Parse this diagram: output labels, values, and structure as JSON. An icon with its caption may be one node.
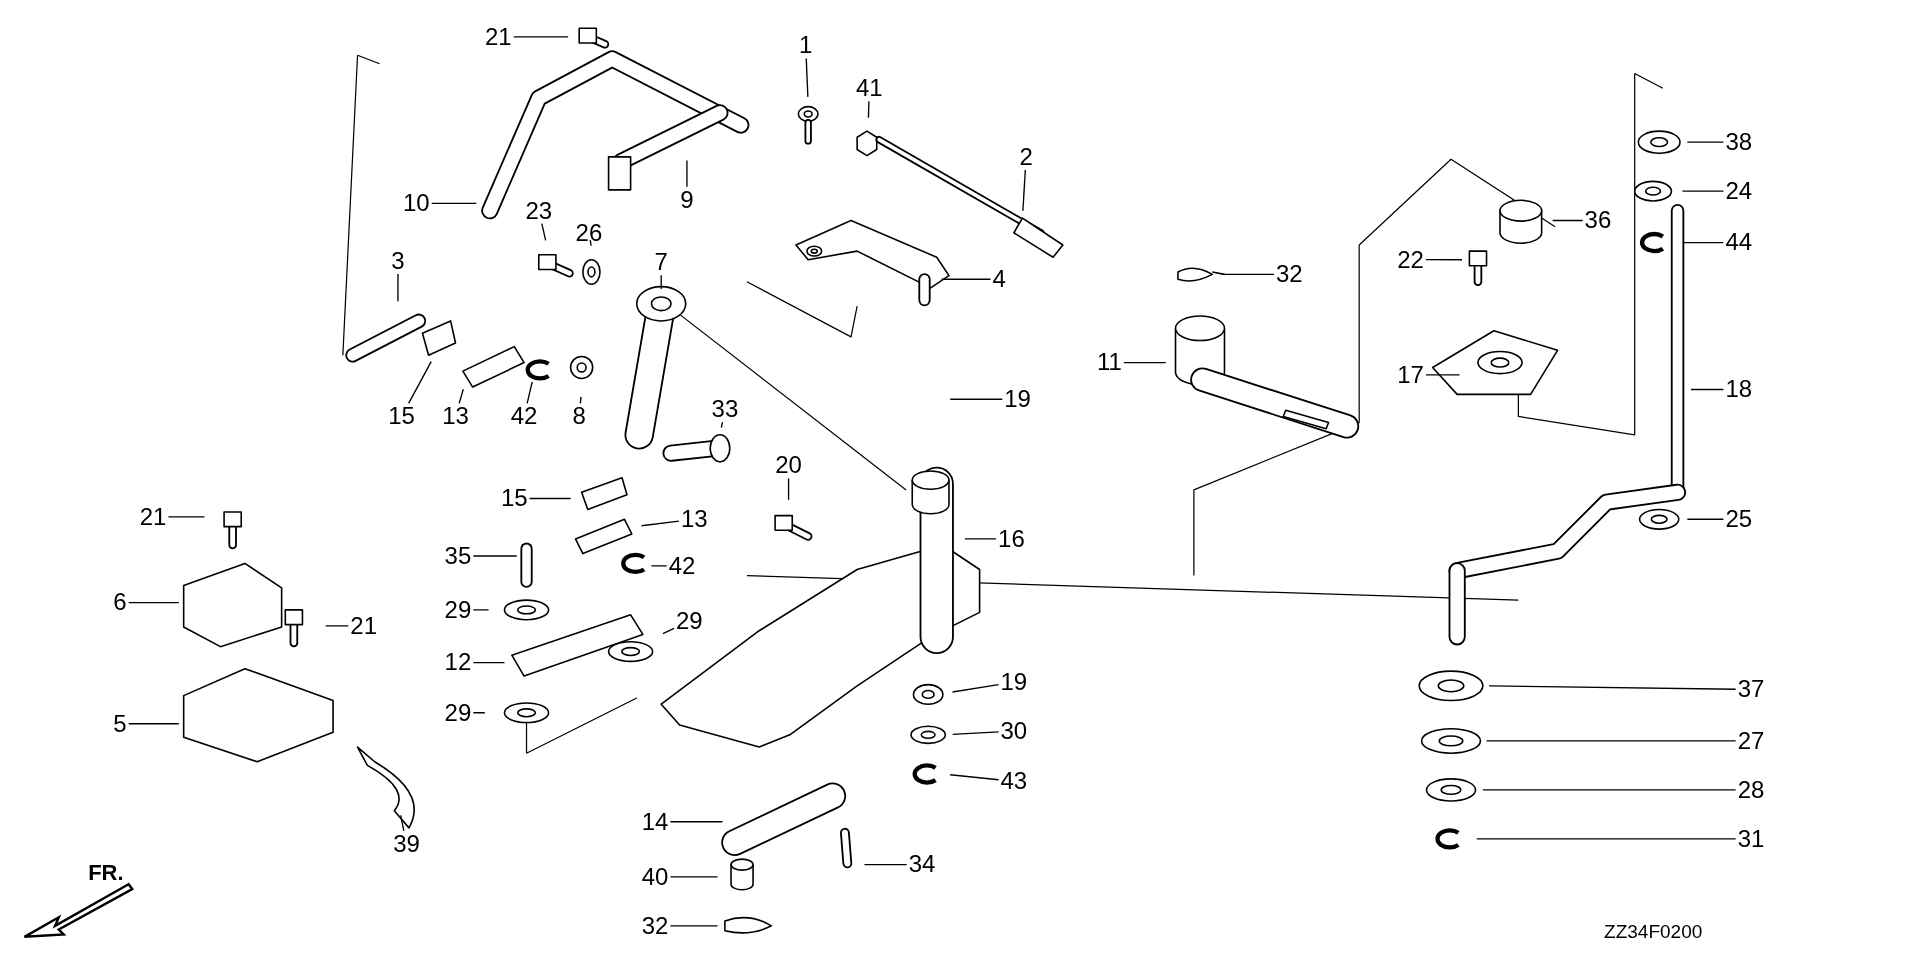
{
  "diagram": {
    "nodes": [
      {
        "text": [
          "21"
        ]
      },
      {
        "text": [
          "1"
        ]
      },
      {
        "text": [
          "41"
        ]
      },
      {
        "text": [
          "38"
        ]
      },
      {
        "text": [
          "2"
        ]
      },
      {
        "text": [
          "24"
        ]
      },
      {
        "text": [
          "9"
        ]
      },
      {
        "text": [
          "10"
        ]
      },
      {
        "text": [
          "23"
        ]
      },
      {
        "text": [
          "36"
        ]
      },
      {
        "text": [
          "26"
        ]
      },
      {
        "text": [
          "44"
        ]
      },
      {
        "text": [
          "3"
        ]
      },
      {
        "text": [
          "7"
        ]
      },
      {
        "text": [
          "22"
        ]
      },
      {
        "text": [
          "32"
        ]
      },
      {
        "text": [
          "4"
        ]
      },
      {
        "text": [
          "11"
        ]
      },
      {
        "text": [
          "17"
        ]
      },
      {
        "text": [
          "18"
        ]
      },
      {
        "text": [
          "19"
        ]
      },
      {
        "text": [
          "15"
        ]
      },
      {
        "text": [
          "13"
        ]
      },
      {
        "text": [
          "42"
        ]
      },
      {
        "text": [
          "8"
        ]
      },
      {
        "text": [
          "33"
        ]
      },
      {
        "text": [
          "20"
        ]
      },
      {
        "text": [
          "15"
        ]
      },
      {
        "text": [
          "21"
        ]
      },
      {
        "text": [
          "13"
        ]
      },
      {
        "text": [
          "16"
        ]
      },
      {
        "text": [
          "25"
        ]
      },
      {
        "text": [
          "35"
        ]
      },
      {
        "text": [
          "42"
        ]
      },
      {
        "text": [
          "6"
        ]
      },
      {
        "text": [
          "29"
        ]
      },
      {
        "text": [
          "29"
        ]
      },
      {
        "text": [
          "21"
        ]
      },
      {
        "text": [
          "12"
        ]
      },
      {
        "text": [
          "19"
        ]
      },
      {
        "text": [
          "37"
        ]
      },
      {
        "text": [
          "5"
        ]
      },
      {
        "text": [
          "29"
        ]
      },
      {
        "text": [
          "30"
        ]
      },
      {
        "text": [
          "27"
        ]
      },
      {
        "text": [
          "43"
        ]
      },
      {
        "text": [
          "28"
        ]
      },
      {
        "text": [
          "14"
        ]
      },
      {
        "text": [
          "31"
        ]
      },
      {
        "text": [
          "39"
        ]
      },
      {
        "text": [
          "34"
        ]
      },
      {
        "text": [
          "40"
        ]
      },
      {
        "text": [
          "32"
        ]
      }
    ],
    "edges": [
      {
        "from": 0,
        "to": null,
        "arrow": "none"
      },
      {
        "from": 1,
        "to": null,
        "arrow": "none"
      },
      {
        "from": 2,
        "to": null,
        "arrow": "none"
      },
      {
        "from": 3,
        "to": null,
        "arrow": "none"
      },
      {
        "from": 4,
        "to": null,
        "arrow": "none"
      },
      {
        "from": 5,
        "to": null,
        "arrow": "none"
      },
      {
        "from": 6,
        "to": null,
        "arrow": "none"
      },
      {
        "from": 7,
        "to": null,
        "arrow": "none"
      },
      {
        "from": 8,
        "to": null,
        "arrow": "none"
      },
      {
        "from": 9,
        "to": null,
        "arrow": "none"
      },
      {
        "from": 10,
        "to": null,
        "arrow": "none"
      },
      {
        "from": 11,
        "to": null,
        "arrow": "none"
      },
      {
        "from": 12,
        "to": null,
        "arrow": "none"
      },
      {
        "from": 13,
        "to": null,
        "arrow": "none"
      },
      {
        "from": 14,
        "to": null,
        "arrow": "none"
      },
      {
        "from": 15,
        "to": null,
        "arrow": "none"
      },
      {
        "from": 16,
        "to": null,
        "arrow": "none"
      },
      {
        "from": 17,
        "to": null,
        "arrow": "none"
      },
      {
        "from": 18,
        "to": null,
        "arrow": "none"
      },
      {
        "from": 19,
        "to": null,
        "arrow": "none"
      },
      {
        "from": 20,
        "to": null,
        "arrow": "none"
      },
      {
        "from": 21,
        "to": null,
        "arrow": "none"
      },
      {
        "from": 22,
        "to": null,
        "arrow": "none"
      },
      {
        "from": 23,
        "to": null,
        "arrow": "none"
      },
      {
        "from": 24,
        "to": null,
        "arrow": "none"
      },
      {
        "from": 25,
        "to": null,
        "arrow": "none"
      },
      {
        "from": 26,
        "to": null,
        "arrow": "none"
      },
      {
        "from": 27,
        "to": null,
        "arrow": "none"
      },
      {
        "from": 28,
        "to": null,
        "arrow": "none"
      },
      {
        "from": 29,
        "to": null,
        "arrow": "none"
      },
      {
        "from": 30,
        "to": null,
        "arrow": "none"
      },
      {
        "from": 31,
        "to": null,
        "arrow": "none"
      },
      {
        "from": 32,
        "to": null,
        "arrow": "none"
      },
      {
        "from": 33,
        "to": null,
        "arrow": "none"
      },
      {
        "from": 34,
        "to": null,
        "arrow": "none"
      },
      {
        "from": 35,
        "to": null,
        "arrow": "none"
      },
      {
        "from": 36,
        "to": null,
        "arrow": "none"
      },
      {
        "from": 37,
        "to": null,
        "arrow": "none"
      },
      {
        "from": 38,
        "to": null,
        "arrow": "none"
      },
      {
        "from": 39,
        "to": null,
        "arrow": "none"
      },
      {
        "from": 40,
        "to": null,
        "arrow": "none"
      },
      {
        "from": 41,
        "to": null,
        "arrow": "none"
      },
      {
        "from": 42,
        "to": null,
        "arrow": "none"
      },
      {
        "from": 43,
        "to": null,
        "arrow": "none"
      },
      {
        "from": 44,
        "to": null,
        "arrow": "none"
      },
      {
        "from": 45,
        "to": null,
        "arrow": "none"
      },
      {
        "from": 46,
        "to": null,
        "arrow": "none"
      },
      {
        "from": 47,
        "to": null,
        "arrow": "none"
      },
      {
        "from": 48,
        "to": null,
        "arrow": "none"
      },
      {
        "from": 49,
        "to": null,
        "arrow": "none"
      },
      {
        "from": 50,
        "to": null,
        "arrow": "none"
      },
      {
        "from": 51,
        "to": null,
        "arrow": "none"
      },
      {
        "from": 52,
        "to": null,
        "arrow": "none"
      }
    ],
    "labels": [
      "FR.",
      "ZZ34F0200"
    ]
  }
}
